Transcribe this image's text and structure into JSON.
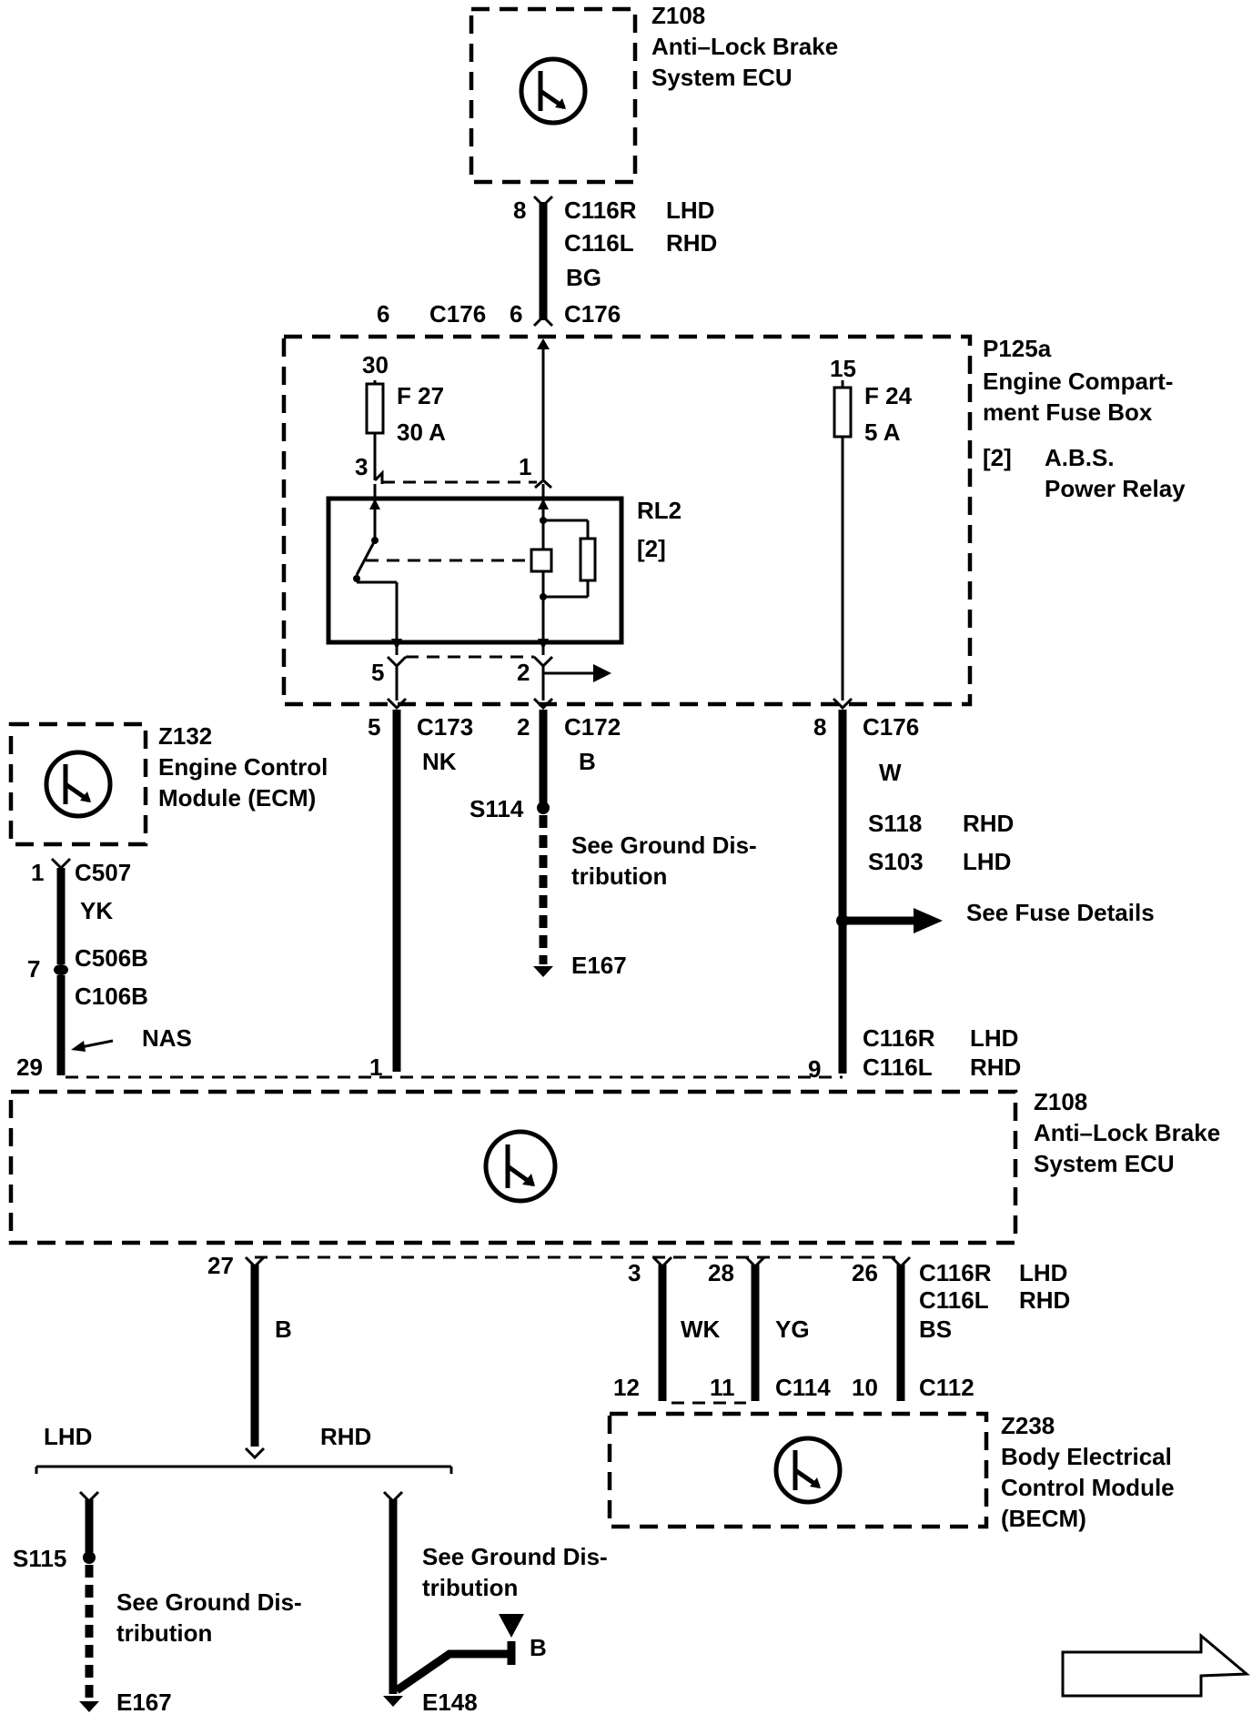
{
  "modules": {
    "abs_top": {
      "id": "Z108",
      "line1": "Anti–Lock Brake",
      "line2": "System ECU"
    },
    "fuse_box": {
      "id": "P125a",
      "line1": "Engine Compart-",
      "line2": "ment Fuse Box",
      "ref": "[2]",
      "relay_line1": "A.B.S.",
      "relay_line2": "Power Relay"
    },
    "ecm": {
      "id": "Z132",
      "line1": "Engine Control",
      "line2": "Module (ECM)"
    },
    "abs_main": {
      "id": "Z108",
      "line1": "Anti–Lock Brake",
      "line2": "System ECU"
    },
    "becm": {
      "id": "Z238",
      "line1": "Body Electrical",
      "line2": "Control Module",
      "line3": "(BECM)"
    }
  },
  "top_wire": {
    "pin": "8",
    "conn1": "C116R",
    "conn1_tag": "LHD",
    "conn2": "C116L",
    "conn2_tag": "RHD",
    "color": "BG"
  },
  "fuse_box_conn": {
    "pin_left": "6",
    "conn_left": "C176",
    "pin_right": "6",
    "conn_right": "C176"
  },
  "fuses": {
    "f27": {
      "terminal": "30",
      "name": "F 27",
      "rating": "30 A"
    },
    "f24": {
      "terminal": "15",
      "name": "F 24",
      "rating": "5 A"
    }
  },
  "relay": {
    "name": "RL2",
    "ref": "[2]",
    "pin3": "3",
    "pin1": "1",
    "pin5": "5",
    "pin2": "2"
  },
  "mid_wires": {
    "nk": {
      "pin": "5",
      "conn": "C173",
      "color": "NK"
    },
    "b": {
      "pin": "2",
      "conn": "C172",
      "color": "B",
      "splice": "S114",
      "note1": "See Ground Dis-",
      "note2": "tribution",
      "ground": "E167"
    },
    "w": {
      "pin": "8",
      "conn": "C176",
      "color": "W",
      "s1": "S118",
      "s1_tag": "RHD",
      "s2": "S103",
      "s2_tag": "LHD",
      "fuse_note": "See Fuse Details",
      "conn_a": "C116R",
      "conn_a_tag": "LHD",
      "conn_b": "C116L",
      "conn_b_tag": "RHD",
      "pin_bottom": "9"
    }
  },
  "ecm_wire": {
    "pin1": "1",
    "conn1": "C507",
    "color": "YK",
    "pin2": "7",
    "conn2": "C506B",
    "conn3": "C106B",
    "nas": "NAS",
    "pin3": "29"
  },
  "abs_pins": {
    "nk_pin": "1"
  },
  "bottom_wires": {
    "b": {
      "pin": "27",
      "color": "B"
    },
    "wk": {
      "pin_top": "3",
      "color": "WK",
      "pin_bottom": "12"
    },
    "yg": {
      "pin_top": "28",
      "color": "YG",
      "pin_bottom": "11",
      "conn": "C114"
    },
    "bs": {
      "pin_top": "26",
      "conn1": "C116R",
      "conn1_tag": "LHD",
      "conn2": "C116L",
      "conn2_tag": "RHD",
      "color": "BS",
      "pin_bottom": "10",
      "conn_bottom": "C112"
    }
  },
  "ground_tree": {
    "lhd": "LHD",
    "rhd": "RHD",
    "left": {
      "splice": "S115",
      "note1": "See Ground Dis-",
      "note2": "tribution",
      "ground": "E167"
    },
    "right": {
      "note1": "See Ground Dis-",
      "note2": "tribution",
      "color": "B",
      "ground": "E148"
    }
  }
}
